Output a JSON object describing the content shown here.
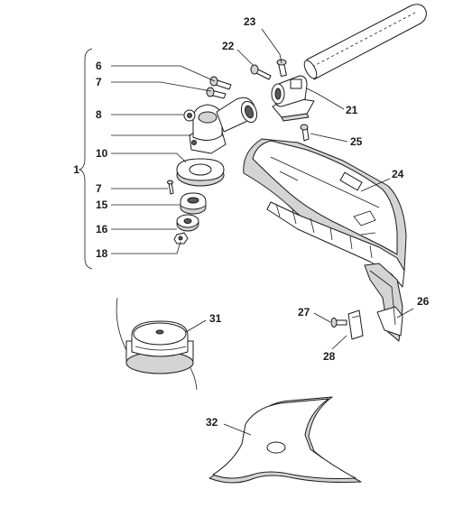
{
  "diagram": {
    "assembly_label": "1",
    "labels": [
      {
        "key": "n23",
        "text": "23"
      },
      {
        "key": "n22",
        "text": "22"
      },
      {
        "key": "n21",
        "text": "21"
      },
      {
        "key": "n6",
        "text": "6"
      },
      {
        "key": "n7a",
        "text": "7"
      },
      {
        "key": "n8",
        "text": "8"
      },
      {
        "key": "n10",
        "text": "10"
      },
      {
        "key": "n7b",
        "text": "7"
      },
      {
        "key": "n15",
        "text": "15"
      },
      {
        "key": "n16",
        "text": "16"
      },
      {
        "key": "n18",
        "text": "18"
      },
      {
        "key": "n25",
        "text": "25"
      },
      {
        "key": "n24",
        "text": "24"
      },
      {
        "key": "n26",
        "text": "26"
      },
      {
        "key": "n27",
        "text": "27"
      },
      {
        "key": "n28",
        "text": "28"
      },
      {
        "key": "n31",
        "text": "31"
      },
      {
        "key": "n32",
        "text": "32"
      }
    ]
  }
}
